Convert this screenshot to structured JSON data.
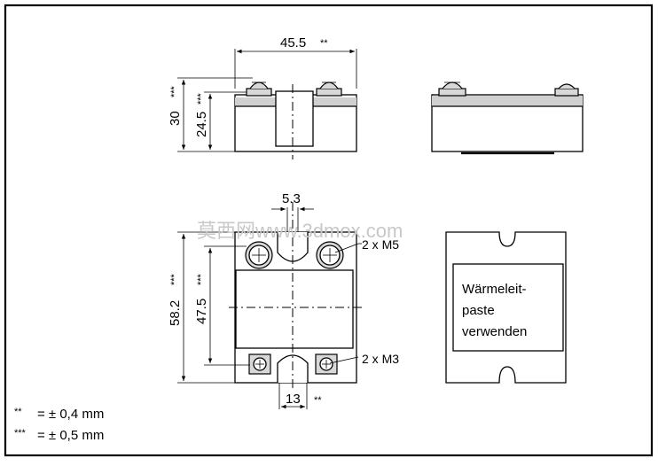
{
  "dimensions": {
    "top_width": "45.5",
    "top_width_tol": "**",
    "height_30": "30",
    "height_30_tol": "***",
    "height_24_5": "24.5",
    "height_24_5_tol": "***",
    "slot_5_3": "5.3",
    "height_58_2": "58.2",
    "height_58_2_tol": "***",
    "height_47_5": "47.5",
    "height_47_5_tol": "***",
    "bottom_13": "13",
    "bottom_13_tol": "**"
  },
  "callouts": {
    "m5": "2 x M5",
    "m3": "2 x M3"
  },
  "heatsink_note": {
    "line1": "Wärmeleit-",
    "line2": "paste",
    "line3": "verwenden"
  },
  "legend": {
    "row1_sym": "**",
    "row1_text": "= ± 0,4 mm",
    "row2_sym": "***",
    "row2_text": "= ± 0,5 mm"
  },
  "watermark": "莫西网www.3dmox.com"
}
